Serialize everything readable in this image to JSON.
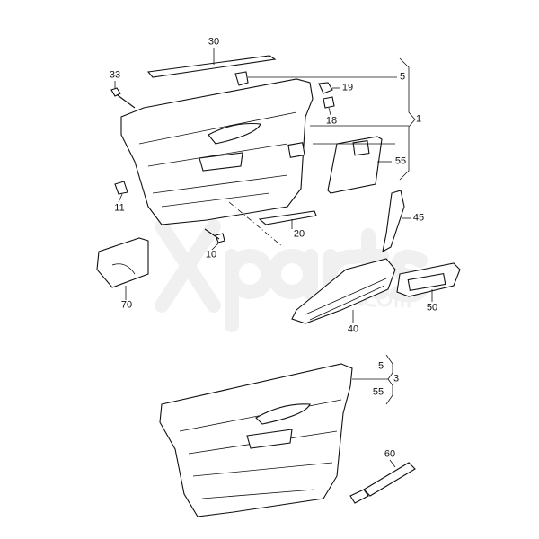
{
  "watermark": {
    "text": "Xparts",
    "sub": ".com"
  },
  "callouts": [
    {
      "id": "c30",
      "label": "30"
    },
    {
      "id": "c33",
      "label": "33"
    },
    {
      "id": "c5a",
      "label": "5"
    },
    {
      "id": "c19",
      "label": "19"
    },
    {
      "id": "c18",
      "label": "18"
    },
    {
      "id": "c1",
      "label": "1"
    },
    {
      "id": "c55a",
      "label": "55"
    },
    {
      "id": "c11",
      "label": "11"
    },
    {
      "id": "c10",
      "label": "10"
    },
    {
      "id": "c20",
      "label": "20"
    },
    {
      "id": "c45",
      "label": "45"
    },
    {
      "id": "c70",
      "label": "70"
    },
    {
      "id": "c40",
      "label": "40"
    },
    {
      "id": "c50",
      "label": "50"
    },
    {
      "id": "c5b",
      "label": "5"
    },
    {
      "id": "c3",
      "label": "3"
    },
    {
      "id": "c55b",
      "label": "55"
    },
    {
      "id": "c60",
      "label": "60"
    }
  ]
}
